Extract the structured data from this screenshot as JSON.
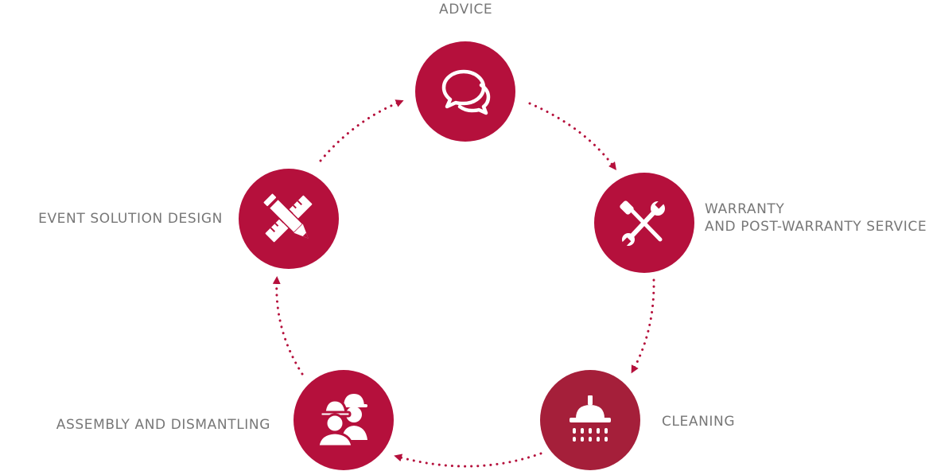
{
  "diagram": {
    "brand_color": "#b5103c",
    "cleaning_color": "#a51f3a",
    "arrow_color": "#b5103c",
    "label_color": "#777777",
    "steps": [
      {
        "key": "advice",
        "label": "ADVICE",
        "icon": "speech-bubbles-icon"
      },
      {
        "key": "warranty",
        "label_line1": "WARRANTY",
        "label_line2": "AND POST-WARRANTY SERVICE",
        "icon": "wrench-screwdriver-icon"
      },
      {
        "key": "cleaning",
        "label": "CLEANING",
        "icon": "shower-head-icon"
      },
      {
        "key": "assembly",
        "label": "ASSEMBLY AND DISMANTLING",
        "icon": "workers-hardhat-icon"
      },
      {
        "key": "design",
        "label": "EVENT SOLUTION DESIGN",
        "icon": "pencil-ruler-icon"
      }
    ]
  }
}
